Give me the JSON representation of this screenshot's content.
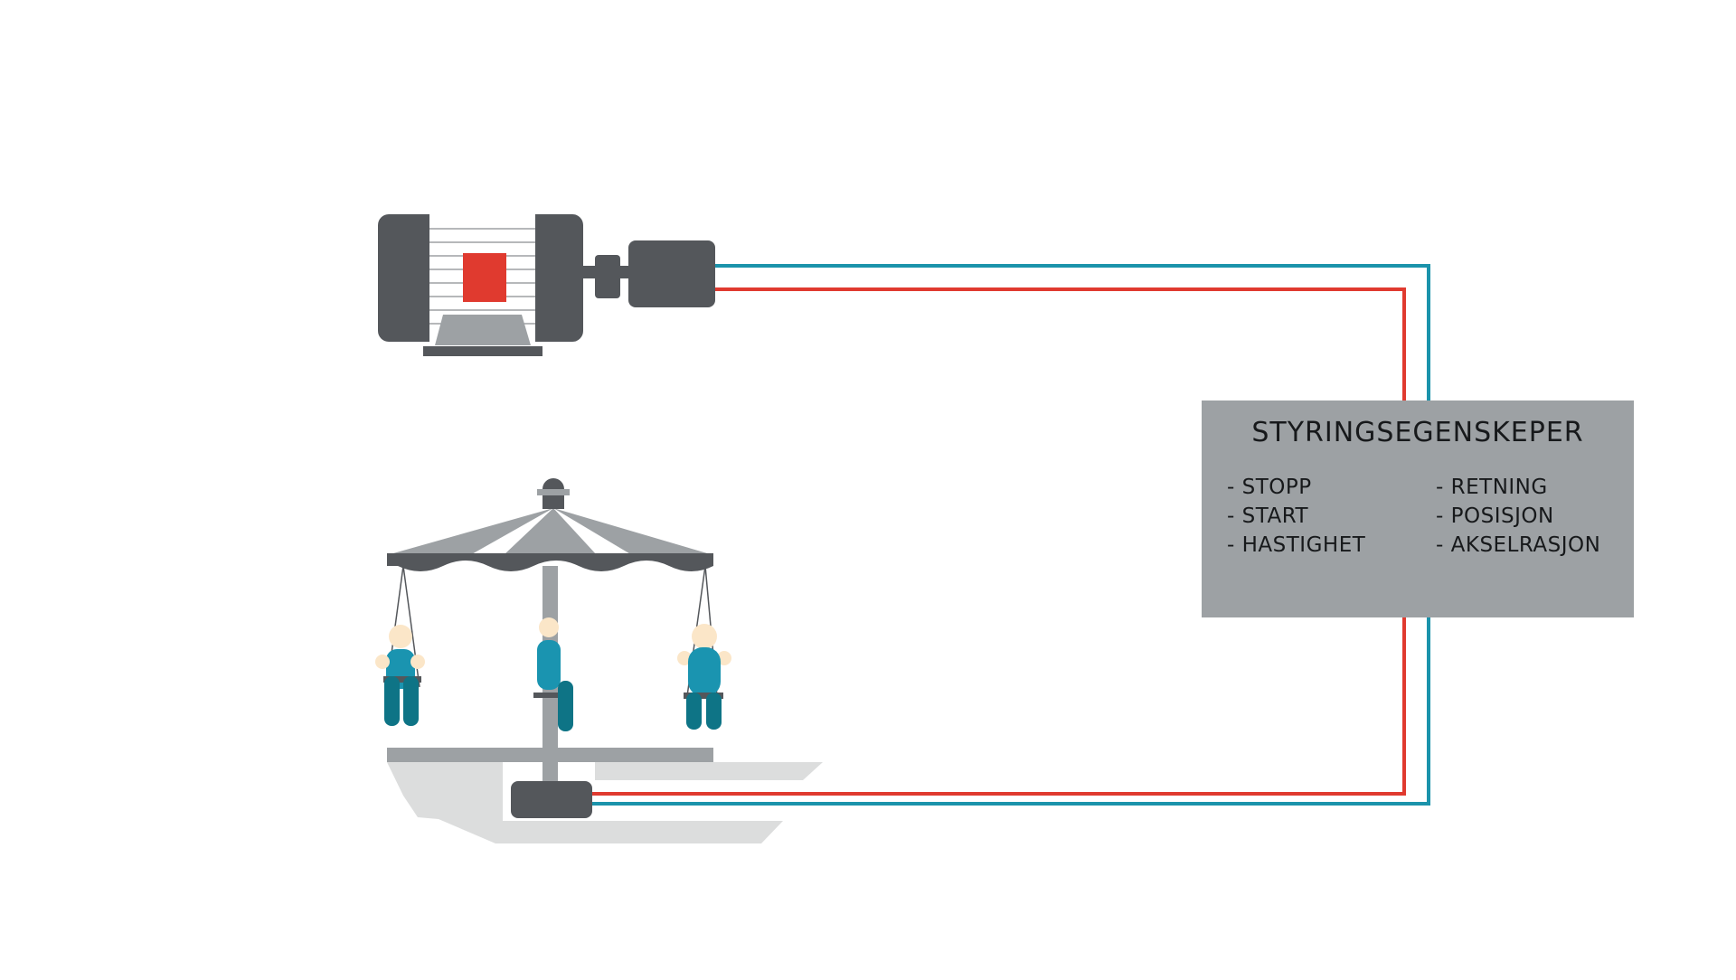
{
  "panel": {
    "title": "STYRINGSEGENSKEPER",
    "left_items": [
      "STOPP",
      "START",
      "HASTIGHET"
    ],
    "right_items": [
      "RETNING",
      "POSISJON",
      "AKSELRASJON"
    ]
  },
  "colors": {
    "background": "#ffffff",
    "cable_blue": "#1b93ab",
    "cable_red": "#e03a2f",
    "dark_gray": "#54575b",
    "medium_gray": "#9da1a4",
    "light_gray": "#dcdddd",
    "red_block": "#e03a2f",
    "rider_teal": "#1a94b0",
    "rider_dark_teal": "#0e7486",
    "skin": "#fbe6c8"
  },
  "icons": {
    "motor": "electric-motor-icon",
    "carousel": "swing-carousel-icon",
    "drive": "drive-unit-icon"
  }
}
